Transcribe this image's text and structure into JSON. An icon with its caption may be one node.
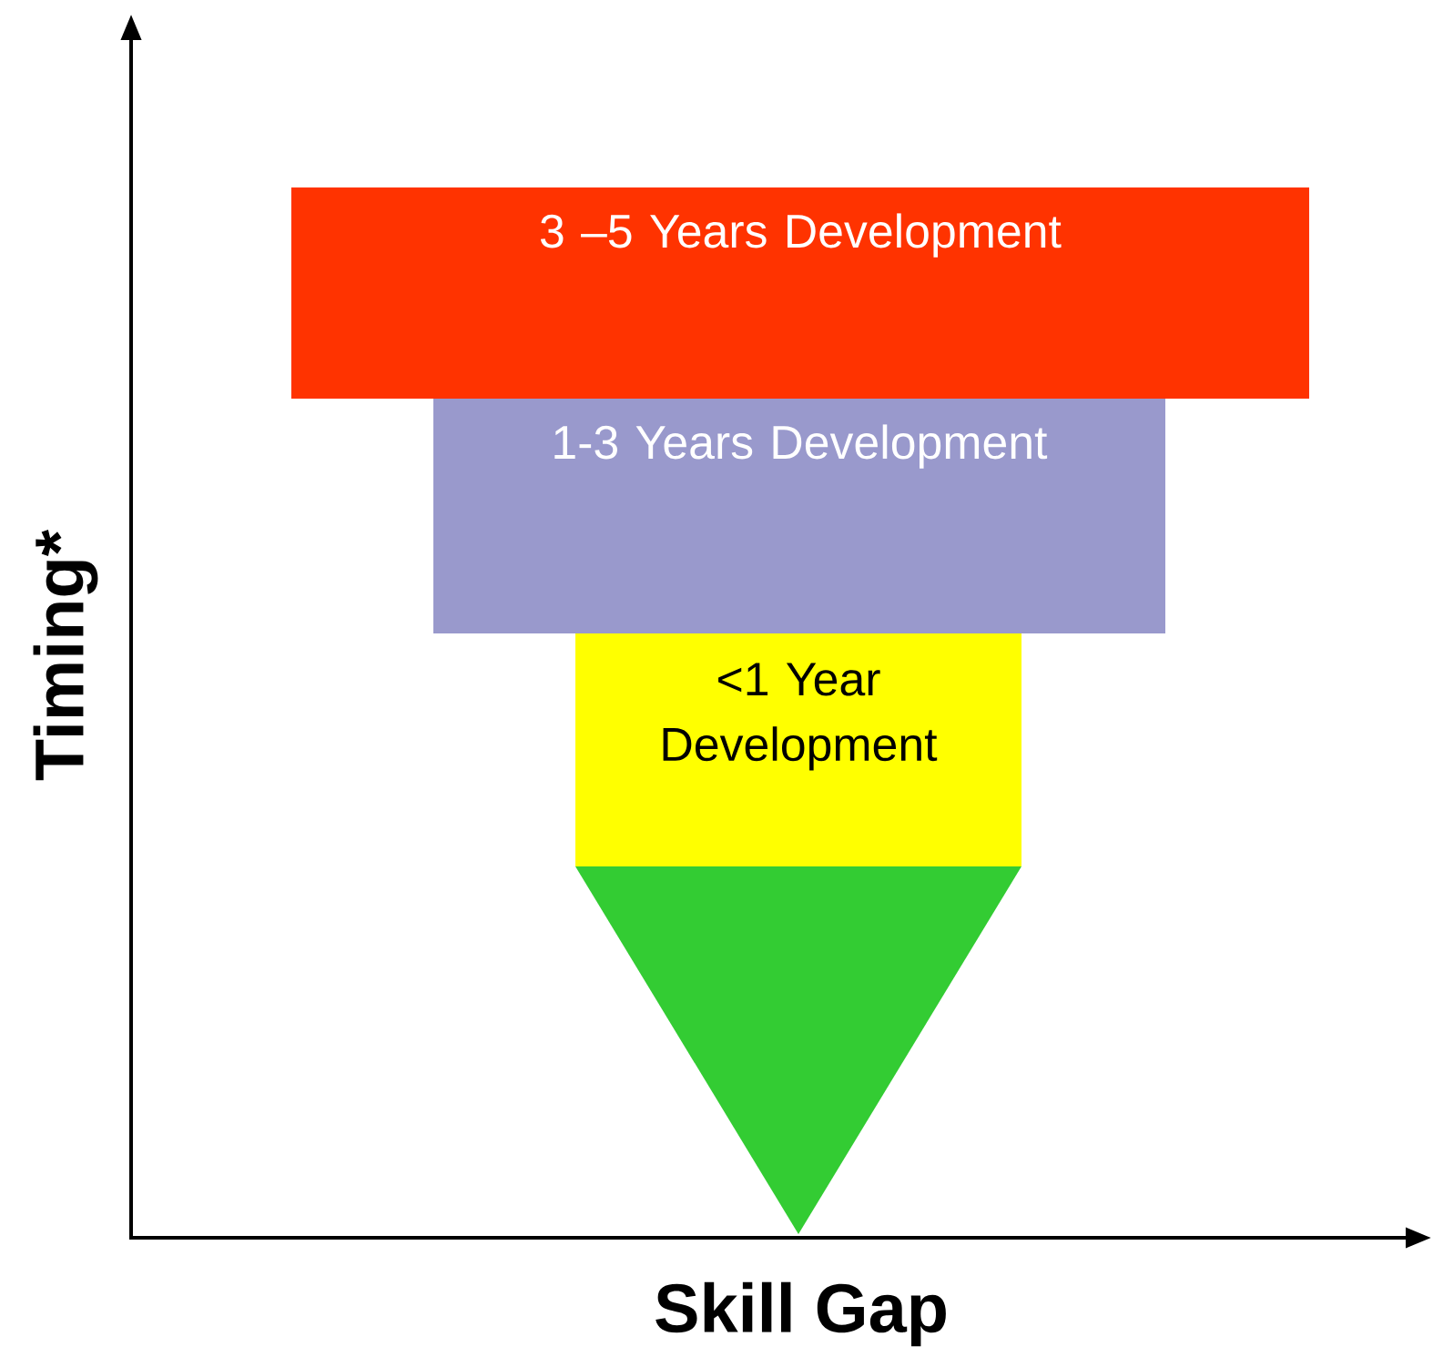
{
  "diagram": {
    "nodes": [
      {
        "text": [
          "3 –5 Years Development"
        ]
      },
      {
        "text": [
          "1-3 Years Development"
        ]
      },
      {
        "text": [
          "<1 Year Development"
        ]
      },
      {
        "text": [],
        "shape": "triangle"
      }
    ],
    "labels": [
      "Timing*",
      "Skill Gap"
    ]
  }
}
